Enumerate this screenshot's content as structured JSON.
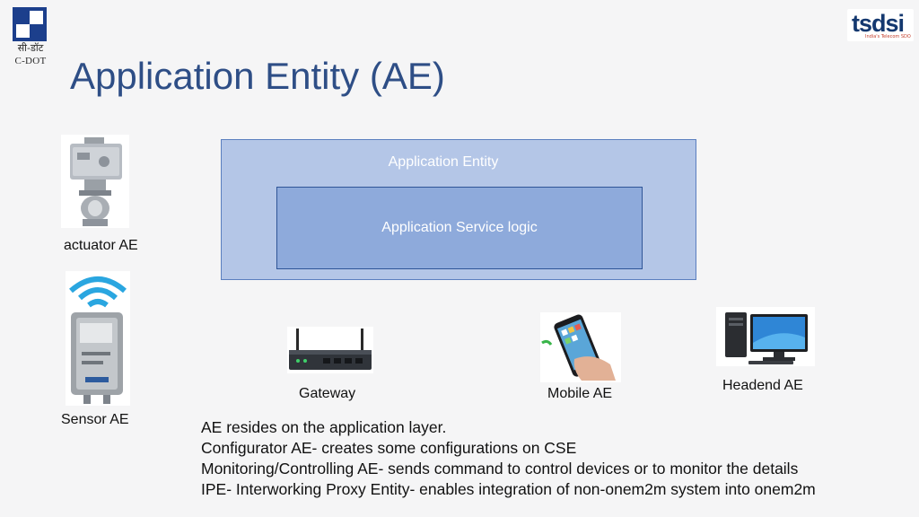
{
  "header": {
    "title": "Application Entity (AE)"
  },
  "logos": {
    "cdot_hindi": "सी-डॉट",
    "cdot_english": "C-DOT",
    "tsdsi_word": "tsdsi",
    "tsdsi_tagline": "India's Telecom SDO"
  },
  "diagram": {
    "outer_label": "Application Entity",
    "inner_label": "Application Service logic"
  },
  "devices": {
    "actuator": "actuator AE",
    "sensor": "Sensor AE",
    "gateway": "Gateway",
    "mobile": "Mobile AE",
    "headend": "Headend AE"
  },
  "notes": [
    "AE resides on the application layer.",
    "Configurator AE- creates some configurations on CSE",
    "Monitoring/Controlling AE- sends command to control devices or to monitor the details",
    "IPE- Interworking Proxy Entity- enables integration of non-onem2m system into onem2m"
  ]
}
